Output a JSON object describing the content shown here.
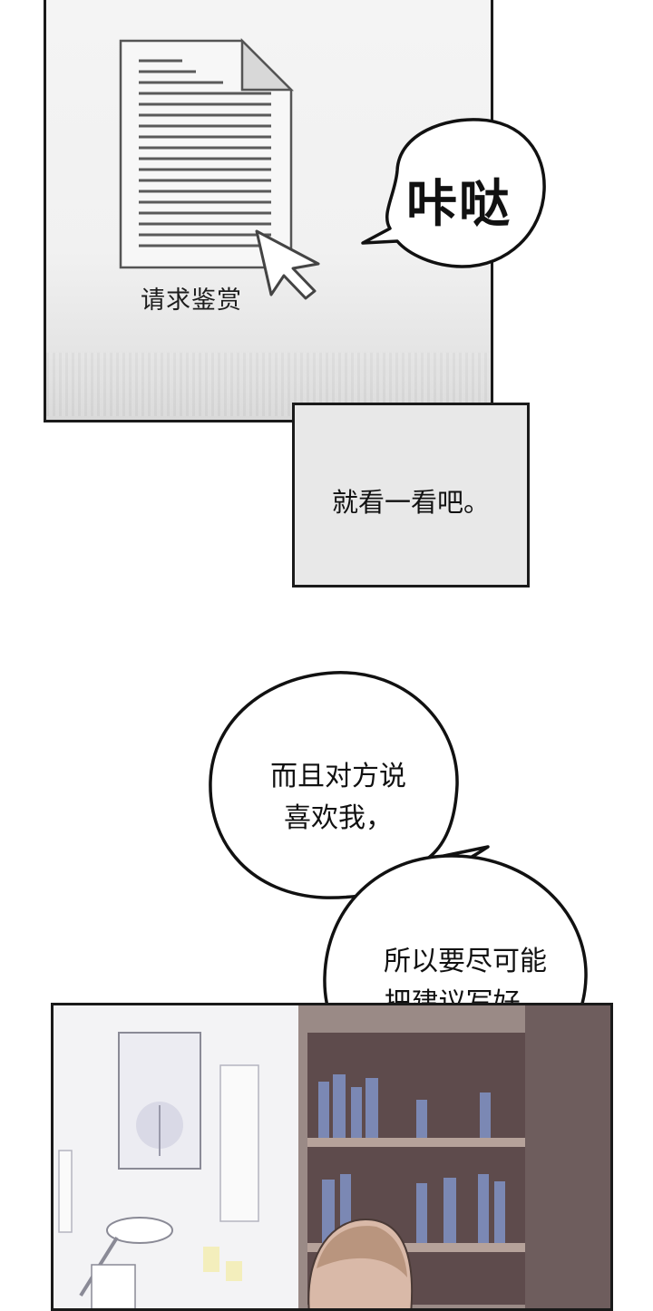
{
  "panel_top": {
    "doc_label": "请求鉴赏",
    "sfx": "咔哒"
  },
  "caption": {
    "text": "就看一看吧。"
  },
  "dialogue": {
    "bubble1_lines": [
      "而且对方说",
      "喜欢我，"
    ],
    "bubble2_lines": [
      "所以要尽可能",
      "把建议写好..."
    ]
  },
  "room_scene": {
    "description_icon": "office-room-illustration"
  },
  "colors": {
    "ink": "#111111",
    "panel_bg": "#f1f1f1",
    "caption_bg": "#e8e8e8"
  }
}
